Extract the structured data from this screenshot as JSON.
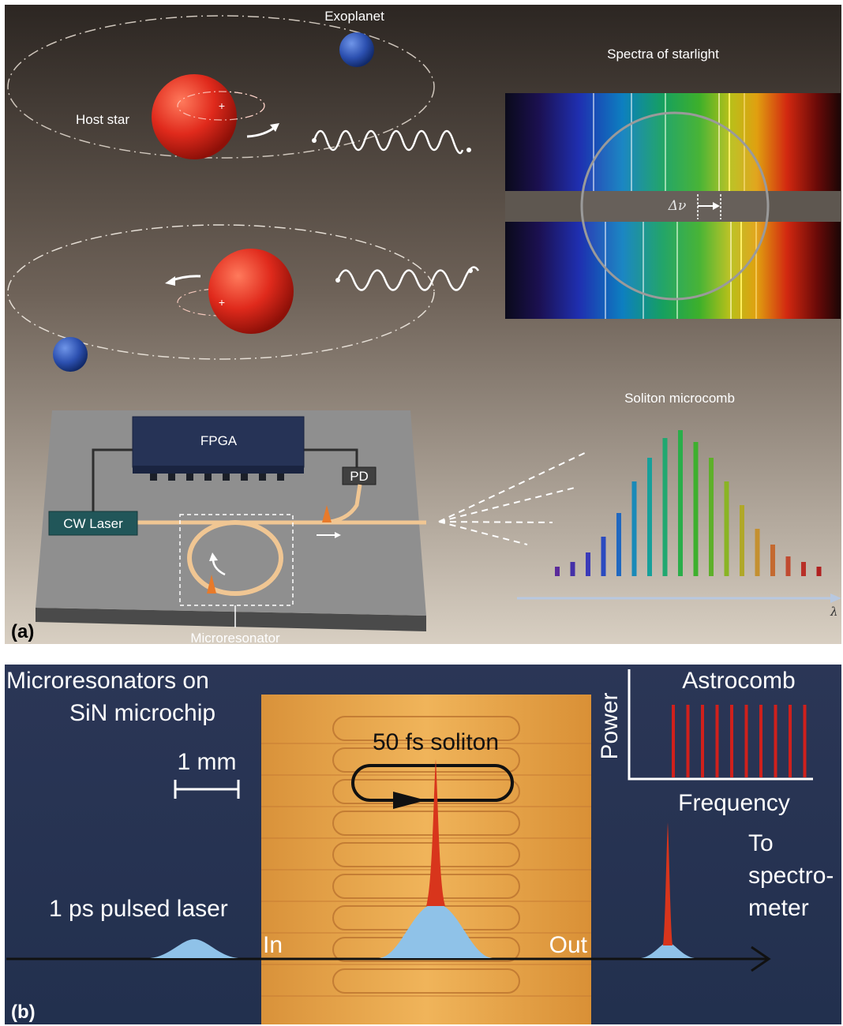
{
  "panel_a": {
    "panel_label": "(a)",
    "exoplanet_label": "Exoplanet",
    "host_star_label": "Host star",
    "spectra_title": "Spectra of starlight",
    "delta_nu_label": "Δν",
    "fpga_label": "FPGA",
    "pd_label": "PD",
    "cw_laser_label": "CW Laser",
    "microresonator_label": "Microresonator",
    "comb_title": "Soliton microcomb",
    "lambda_label": "λ",
    "colors": {
      "star": "#e23b2a",
      "planet": "#2f56b8",
      "chip": "#8c8c8c",
      "fpga": "#2a3550",
      "laser_box": "#245a5e",
      "waveguide": "#f3c99b"
    }
  },
  "panel_b": {
    "panel_label": "(b)",
    "title_line1": "Microresonators on",
    "title_line2": "SiN microchip",
    "scale_label": "1 mm",
    "soliton_label": "50 fs soliton",
    "pulsed_laser_label": "1 ps pulsed laser",
    "in_label": "In",
    "out_label": "Out",
    "power_axis_label": "Power",
    "astrocomb_label": "Astrocomb",
    "frequency_axis_label": "Frequency",
    "to_label": "To",
    "spectro_label": "spectro-",
    "meter_label": "meter",
    "colors": {
      "background": "#2c3a5a",
      "chip": "#e8a94c",
      "pulse": "#8fc2e8",
      "soliton": "#d8351c",
      "comb_line": "#d0201c"
    }
  }
}
